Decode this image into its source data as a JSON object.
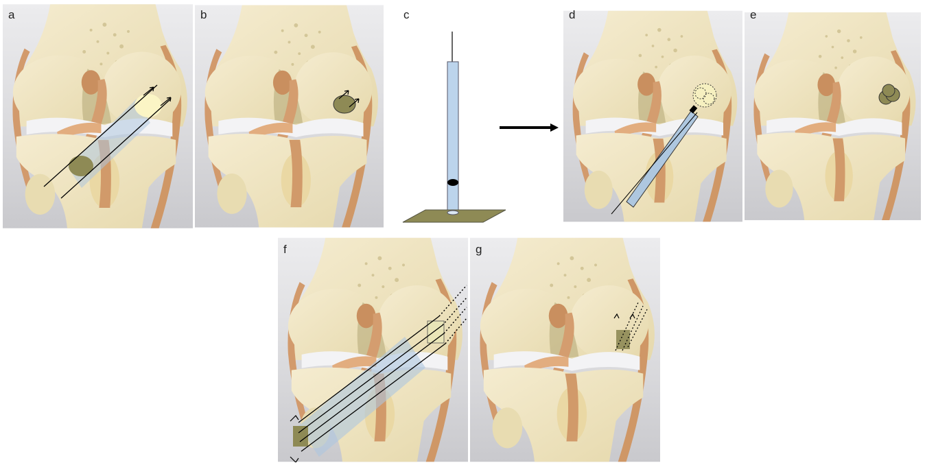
{
  "panels": [
    {
      "id": "a",
      "label": "a"
    },
    {
      "id": "b",
      "label": "b"
    },
    {
      "id": "c",
      "label": "c"
    },
    {
      "id": "d",
      "label": "d"
    },
    {
      "id": "e",
      "label": "e"
    },
    {
      "id": "f",
      "label": "f"
    },
    {
      "id": "g",
      "label": "g"
    }
  ],
  "colors": {
    "background": "#e3e3e5",
    "bone": "#efe6c4",
    "bone_shadow": "#cfc49a",
    "ligament": "#d8a679",
    "cartilage": "#f4f4f6",
    "graft": "#8f8a55",
    "tunnel": "#a9c3dc",
    "arrow": "#000000"
  }
}
